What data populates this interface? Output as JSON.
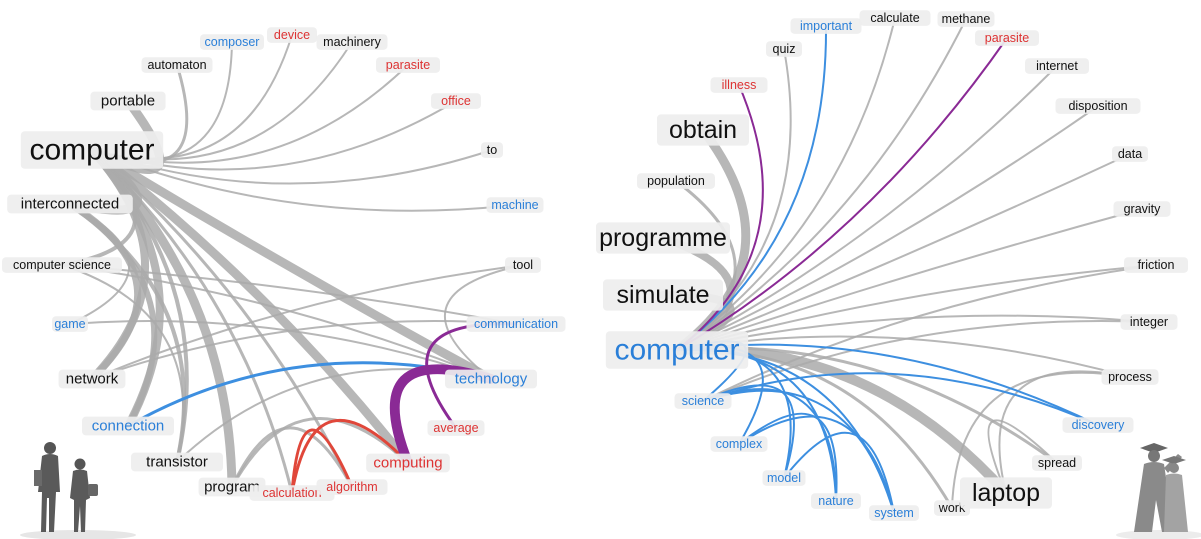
{
  "colors": {
    "black": "#111111",
    "blue": "#2a7fd8",
    "red": "#dd3333",
    "gray_edge": "#aaaaaa",
    "blue_edge": "#3d8fe0",
    "red_edge": "#e0473a",
    "purple_edge": "#8a2a95",
    "pill_bg": "#eeeeee"
  },
  "icons": {
    "left": "people-standing-icon",
    "right": "graduates-icon"
  },
  "panels": [
    {
      "id": "left",
      "hub": "computer",
      "nodes": [
        {
          "id": "computer",
          "label": "computer",
          "color": "black",
          "size": "xl"
        },
        {
          "id": "automaton",
          "label": "automaton",
          "color": "black",
          "size": "s"
        },
        {
          "id": "composer",
          "label": "composer",
          "color": "blue",
          "size": "s"
        },
        {
          "id": "device",
          "label": "device",
          "color": "red",
          "size": "s"
        },
        {
          "id": "machinery",
          "label": "machinery",
          "color": "black",
          "size": "s"
        },
        {
          "id": "parasite",
          "label": "parasite",
          "color": "red",
          "size": "s"
        },
        {
          "id": "office",
          "label": "office",
          "color": "red",
          "size": "s"
        },
        {
          "id": "portable",
          "label": "portable",
          "color": "black",
          "size": "m"
        },
        {
          "id": "to",
          "label": "to",
          "color": "black",
          "size": "s"
        },
        {
          "id": "interconnected",
          "label": "interconnected",
          "color": "black",
          "size": "m"
        },
        {
          "id": "machine",
          "label": "machine",
          "color": "blue",
          "size": "s"
        },
        {
          "id": "computer_science",
          "label": "computer science",
          "color": "black",
          "size": "s"
        },
        {
          "id": "tool",
          "label": "tool",
          "color": "black",
          "size": "s"
        },
        {
          "id": "game",
          "label": "game",
          "color": "blue",
          "size": "s"
        },
        {
          "id": "communication",
          "label": "communication",
          "color": "blue",
          "size": "s"
        },
        {
          "id": "network",
          "label": "network",
          "color": "black",
          "size": "m"
        },
        {
          "id": "technology",
          "label": "technology",
          "color": "blue",
          "size": "m"
        },
        {
          "id": "connection",
          "label": "connection",
          "color": "blue",
          "size": "m"
        },
        {
          "id": "average",
          "label": "average",
          "color": "red",
          "size": "s"
        },
        {
          "id": "transistor",
          "label": "transistor",
          "color": "black",
          "size": "m"
        },
        {
          "id": "computing",
          "label": "computing",
          "color": "red",
          "size": "m"
        },
        {
          "id": "program",
          "label": "program",
          "color": "black",
          "size": "m"
        },
        {
          "id": "calculation",
          "label": "calculation",
          "color": "red",
          "size": "s"
        },
        {
          "id": "algorithm",
          "label": "algorithm",
          "color": "red",
          "size": "s"
        }
      ],
      "edges": [
        {
          "from": "computer",
          "to": "automaton",
          "w": 3,
          "c": "gray_edge"
        },
        {
          "from": "computer",
          "to": "composer",
          "w": 2,
          "c": "gray_edge"
        },
        {
          "from": "computer",
          "to": "device",
          "w": 2,
          "c": "gray_edge"
        },
        {
          "from": "computer",
          "to": "machinery",
          "w": 2,
          "c": "gray_edge"
        },
        {
          "from": "computer",
          "to": "parasite",
          "w": 2,
          "c": "gray_edge"
        },
        {
          "from": "computer",
          "to": "office",
          "w": 2,
          "c": "gray_edge"
        },
        {
          "from": "computer",
          "to": "portable",
          "w": 9,
          "c": "gray_edge"
        },
        {
          "from": "computer",
          "to": "to",
          "w": 2,
          "c": "gray_edge"
        },
        {
          "from": "computer",
          "to": "machine",
          "w": 2,
          "c": "gray_edge"
        },
        {
          "from": "computer",
          "to": "interconnected",
          "w": 9,
          "c": "gray_edge"
        },
        {
          "from": "computer",
          "to": "computer_science",
          "w": 4,
          "c": "gray_edge"
        },
        {
          "from": "computer",
          "to": "network",
          "w": 8,
          "c": "gray_edge"
        },
        {
          "from": "computer",
          "to": "connection",
          "w": 8,
          "c": "gray_edge"
        },
        {
          "from": "computer",
          "to": "transistor",
          "w": 4,
          "c": "gray_edge"
        },
        {
          "from": "computer",
          "to": "program",
          "w": 9,
          "c": "gray_edge"
        },
        {
          "from": "computer",
          "to": "algorithm",
          "w": 3,
          "c": "gray_edge"
        },
        {
          "from": "computer",
          "to": "calculation",
          "w": 3,
          "c": "gray_edge"
        },
        {
          "from": "computer",
          "to": "computing",
          "w": 9,
          "c": "gray_edge"
        },
        {
          "from": "computer",
          "to": "technology",
          "w": 9,
          "c": "gray_edge"
        },
        {
          "from": "interconnected",
          "to": "network",
          "w": 7,
          "c": "gray_edge"
        },
        {
          "from": "interconnected",
          "to": "connection",
          "w": 6,
          "c": "gray_edge"
        },
        {
          "from": "interconnected",
          "to": "transistor",
          "w": 4,
          "c": "gray_edge"
        },
        {
          "from": "computer_science",
          "to": "technology",
          "w": 2,
          "c": "gray_edge"
        },
        {
          "from": "computer_science",
          "to": "communication",
          "w": 2,
          "c": "gray_edge"
        },
        {
          "from": "computer_science",
          "to": "transistor",
          "w": 2,
          "c": "gray_edge"
        },
        {
          "from": "game",
          "to": "technology",
          "w": 2,
          "c": "gray_edge"
        },
        {
          "from": "game",
          "to": "interconnected",
          "w": 2,
          "c": "gray_edge"
        },
        {
          "from": "network",
          "to": "communication",
          "w": 2,
          "c": "gray_edge"
        },
        {
          "from": "network",
          "to": "tool",
          "w": 2,
          "c": "gray_edge"
        },
        {
          "from": "transistor",
          "to": "technology",
          "w": 2,
          "c": "gray_edge"
        },
        {
          "from": "program",
          "to": "computing",
          "w": 3,
          "c": "gray_edge"
        },
        {
          "from": "program",
          "to": "algorithm",
          "w": 3,
          "c": "gray_edge"
        },
        {
          "from": "tool",
          "to": "technology",
          "w": 2,
          "c": "gray_edge"
        },
        {
          "from": "connection",
          "to": "technology",
          "w": 3,
          "c": "blue_edge"
        },
        {
          "from": "calculation",
          "to": "algorithm",
          "w": 3,
          "c": "red_edge"
        },
        {
          "from": "calculation",
          "to": "computing",
          "w": 3,
          "c": "red_edge"
        },
        {
          "from": "computing",
          "to": "technology",
          "w": 10,
          "c": "purple_edge"
        },
        {
          "from": "average",
          "to": "communication",
          "w": 3,
          "c": "purple_edge"
        }
      ]
    },
    {
      "id": "right",
      "hub": "computer",
      "nodes": [
        {
          "id": "computer",
          "label": "computer",
          "color": "blue",
          "size": "xl"
        },
        {
          "id": "important",
          "label": "important",
          "color": "blue",
          "size": "s"
        },
        {
          "id": "calculate",
          "label": "calculate",
          "color": "black",
          "size": "s"
        },
        {
          "id": "methane",
          "label": "methane",
          "color": "black",
          "size": "s"
        },
        {
          "id": "quiz",
          "label": "quiz",
          "color": "black",
          "size": "s"
        },
        {
          "id": "parasite",
          "label": "parasite",
          "color": "red",
          "size": "s"
        },
        {
          "id": "internet",
          "label": "internet",
          "color": "black",
          "size": "s"
        },
        {
          "id": "illness",
          "label": "illness",
          "color": "red",
          "size": "s"
        },
        {
          "id": "disposition",
          "label": "disposition",
          "color": "black",
          "size": "s"
        },
        {
          "id": "obtain",
          "label": "obtain",
          "color": "black",
          "size": "l"
        },
        {
          "id": "data",
          "label": "data",
          "color": "black",
          "size": "s"
        },
        {
          "id": "population",
          "label": "population",
          "color": "black",
          "size": "s"
        },
        {
          "id": "gravity",
          "label": "gravity",
          "color": "black",
          "size": "s"
        },
        {
          "id": "programme",
          "label": "programme",
          "color": "black",
          "size": "l"
        },
        {
          "id": "friction",
          "label": "friction",
          "color": "black",
          "size": "s"
        },
        {
          "id": "simulate",
          "label": "simulate",
          "color": "black",
          "size": "l"
        },
        {
          "id": "integer",
          "label": "integer",
          "color": "black",
          "size": "s"
        },
        {
          "id": "process",
          "label": "process",
          "color": "black",
          "size": "s"
        },
        {
          "id": "science",
          "label": "science",
          "color": "blue",
          "size": "s"
        },
        {
          "id": "discovery",
          "label": "discovery",
          "color": "blue",
          "size": "s"
        },
        {
          "id": "complex",
          "label": "complex",
          "color": "blue",
          "size": "s"
        },
        {
          "id": "spread",
          "label": "spread",
          "color": "black",
          "size": "s"
        },
        {
          "id": "model",
          "label": "model",
          "color": "blue",
          "size": "s"
        },
        {
          "id": "nature",
          "label": "nature",
          "color": "blue",
          "size": "s"
        },
        {
          "id": "system",
          "label": "system",
          "color": "blue",
          "size": "s"
        },
        {
          "id": "work",
          "label": "work",
          "color": "black",
          "size": "s"
        },
        {
          "id": "laptop",
          "label": "laptop",
          "color": "black",
          "size": "l"
        }
      ],
      "edges": [
        {
          "from": "computer",
          "to": "obtain",
          "w": 9,
          "c": "gray_edge"
        },
        {
          "from": "computer",
          "to": "programme",
          "w": 8,
          "c": "gray_edge"
        },
        {
          "from": "computer",
          "to": "simulate",
          "w": 8,
          "c": "gray_edge"
        },
        {
          "from": "computer",
          "to": "population",
          "w": 3,
          "c": "gray_edge"
        },
        {
          "from": "computer",
          "to": "quiz",
          "w": 2,
          "c": "gray_edge"
        },
        {
          "from": "computer",
          "to": "calculate",
          "w": 2,
          "c": "gray_edge"
        },
        {
          "from": "computer",
          "to": "methane",
          "w": 2,
          "c": "gray_edge"
        },
        {
          "from": "computer",
          "to": "internet",
          "w": 2,
          "c": "gray_edge"
        },
        {
          "from": "computer",
          "to": "disposition",
          "w": 2,
          "c": "gray_edge"
        },
        {
          "from": "computer",
          "to": "data",
          "w": 2,
          "c": "gray_edge"
        },
        {
          "from": "computer",
          "to": "gravity",
          "w": 2,
          "c": "gray_edge"
        },
        {
          "from": "computer",
          "to": "friction",
          "w": 2,
          "c": "gray_edge"
        },
        {
          "from": "computer",
          "to": "integer",
          "w": 2,
          "c": "gray_edge"
        },
        {
          "from": "computer",
          "to": "process",
          "w": 2,
          "c": "gray_edge"
        },
        {
          "from": "computer",
          "to": "spread",
          "w": 3,
          "c": "gray_edge"
        },
        {
          "from": "computer",
          "to": "work",
          "w": 3,
          "c": "gray_edge"
        },
        {
          "from": "computer",
          "to": "laptop",
          "w": 10,
          "c": "gray_edge"
        },
        {
          "from": "computer",
          "to": "important",
          "w": 2,
          "c": "blue_edge"
        },
        {
          "from": "computer",
          "to": "illness",
          "w": 2,
          "c": "purple_edge"
        },
        {
          "from": "computer",
          "to": "parasite",
          "w": 2,
          "c": "purple_edge"
        },
        {
          "from": "computer",
          "to": "science",
          "w": 2,
          "c": "blue_edge"
        },
        {
          "from": "computer",
          "to": "complex",
          "w": 2,
          "c": "blue_edge"
        },
        {
          "from": "computer",
          "to": "model",
          "w": 2,
          "c": "blue_edge"
        },
        {
          "from": "computer",
          "to": "nature",
          "w": 2,
          "c": "blue_edge"
        },
        {
          "from": "computer",
          "to": "system",
          "w": 2,
          "c": "blue_edge"
        },
        {
          "from": "computer",
          "to": "discovery",
          "w": 2,
          "c": "blue_edge"
        },
        {
          "from": "science",
          "to": "discovery",
          "w": 2,
          "c": "blue_edge"
        },
        {
          "from": "science",
          "to": "system",
          "w": 2,
          "c": "blue_edge"
        },
        {
          "from": "science",
          "to": "nature",
          "w": 2,
          "c": "blue_edge"
        },
        {
          "from": "science",
          "to": "model",
          "w": 2,
          "c": "blue_edge"
        },
        {
          "from": "complex",
          "to": "system",
          "w": 2,
          "c": "blue_edge"
        },
        {
          "from": "complex",
          "to": "nature",
          "w": 2,
          "c": "blue_edge"
        },
        {
          "from": "model",
          "to": "system",
          "w": 2,
          "c": "blue_edge"
        },
        {
          "from": "science",
          "to": "friction",
          "w": 2,
          "c": "gray_edge"
        },
        {
          "from": "science",
          "to": "integer",
          "w": 2,
          "c": "gray_edge"
        },
        {
          "from": "work",
          "to": "process",
          "w": 2,
          "c": "gray_edge"
        },
        {
          "from": "laptop",
          "to": "spread",
          "w": 2,
          "c": "gray_edge"
        },
        {
          "from": "laptop",
          "to": "process",
          "w": 2,
          "c": "gray_edge"
        }
      ]
    }
  ]
}
